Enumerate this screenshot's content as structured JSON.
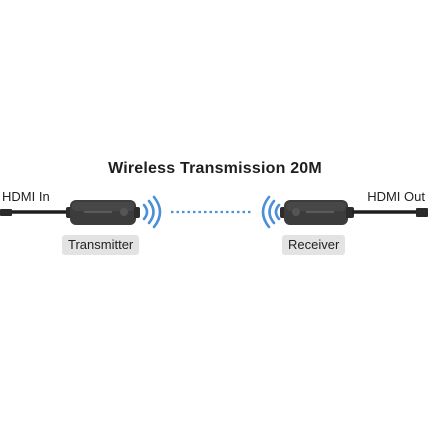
{
  "title": "Wireless Transmission 20M",
  "port_in_label": "HDMI In",
  "port_out_label": "HDMI Out",
  "transmitter_label": "Transmitter",
  "receiver_label": "Receiver",
  "colors": {
    "background": "#ffffff",
    "device_body": "#3c3c3c",
    "signal_blue": "#4a90d9",
    "label_pill": "#e3e3e3"
  }
}
